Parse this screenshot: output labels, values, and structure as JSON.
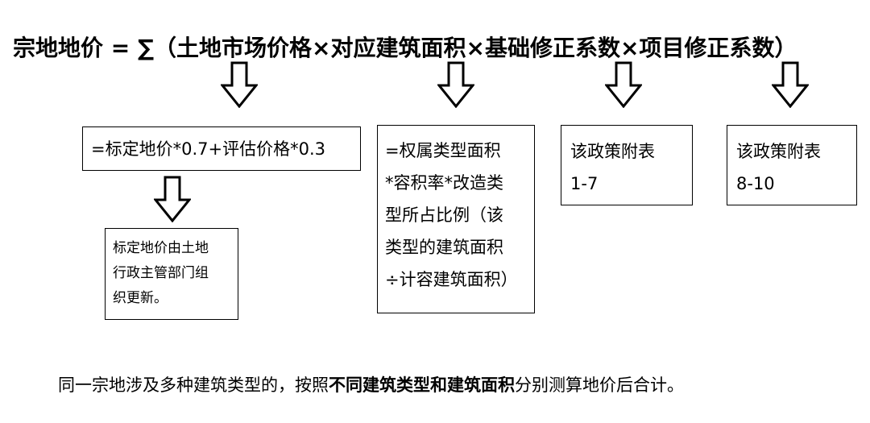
{
  "formula": "宗地地价 = ∑（土地市场价格×对应建筑面积×基础修正系数×项目修正系数）",
  "boxes": {
    "market_price": "=标定地价*0.7+评估价格*0.3",
    "benchmark_note": "标定地价由土地\n行政主管部门组\n织更新。",
    "building_area": "=权属类型面积\n*容积率*改造类\n型所占比例（该\n类型的建筑面积\n÷计容建筑面积）",
    "base_coefficient": "该政策附表\n1-7",
    "project_coefficient": "该政策附表\n8-10"
  },
  "footer": {
    "prefix": "同一宗地涉及多种建筑类型的，按照",
    "emphasis": "不同建筑类型和建筑面积",
    "suffix": "分别测算地价后合计。"
  }
}
